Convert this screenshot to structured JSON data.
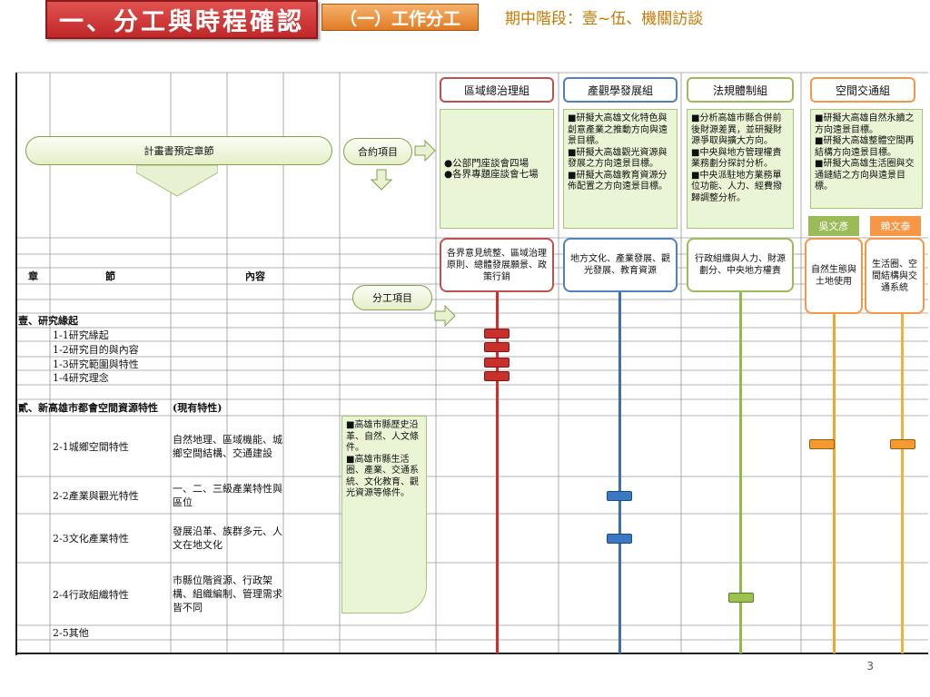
{
  "header": {
    "title": "一、分工與時程確認",
    "subtitle": "（一）工作分工",
    "phase": "期中階段：壹~伍、機關訪談"
  },
  "table": {
    "plan_label": "計畫書預定章節",
    "col_chapter": "章",
    "col_section": "節",
    "col_content": "內容",
    "rows": [
      {
        "text": "壹、研究緣起",
        "kind": "chapter"
      },
      {
        "text": "1-1研究緣起",
        "kind": "section"
      },
      {
        "text": "1-2研究目的與內容",
        "kind": "section"
      },
      {
        "text": "1-3研究範圍與特性",
        "kind": "section"
      },
      {
        "text": "1-4研究理念",
        "kind": "section"
      },
      {
        "text": "貳、新高雄市都會空間資源特性",
        "extra": "(現有特性)",
        "kind": "chapter"
      },
      {
        "text": "2-1城鄉空間特性",
        "content": "自然地理、區域機能、城鄉空間結構、交通建設",
        "kind": "section"
      },
      {
        "text": "2-2產業與觀光特性",
        "content": "一、二、三級產業特性與區位",
        "kind": "section"
      },
      {
        "text": "2-3文化產業特性",
        "content": "發展沿革、族群多元、人文在地文化",
        "kind": "section"
      },
      {
        "text": "2-4行政組織特性",
        "content": "市縣位階資源、行政架構、組織編制、管理需求皆不同",
        "kind": "section"
      },
      {
        "text": "2-5其他",
        "kind": "section"
      }
    ]
  },
  "diagram": {
    "contract_label": "合約項目",
    "division_label": "分工項目",
    "contract_note": "■高雄市縣歷史沿革、自然、人文條件。\n■高雄市縣生活圈、產業、交通系統、文化教育、觀光資源等條件。",
    "groups": [
      {
        "name": "區域總治理組",
        "color": "#c0504d",
        "tasks": "●公部門座談會四場\n●各界專題座談會七場",
        "result": "各界意見統整、區域治理原則、總體發展願景、政策行銷"
      },
      {
        "name": "產觀學發展組",
        "color": "#4f81bd",
        "tasks": "■研擬大高雄文化特色與創意產業之推動方向與遠景目標。\n■研擬大高雄觀光資源與發展之方向遠景目標。\n■研擬大高雄教育資源分佈配置之方向遠景目標。",
        "result": "地方文化、產業發展、觀光發展、教育資源"
      },
      {
        "name": "法規體制組",
        "color": "#9bbb59",
        "tasks": "■分析高雄市縣合併前後財源差異，並研擬財源爭取與擴大方向。\n■中央與地方管理權責\n業務劃分探討分析。\n■中央派駐地方業務單位功能、人力、經費撥歸調整分析。",
        "result": "行政組織與人力、財源劃分、中央地方權責"
      },
      {
        "name": "空間交通組",
        "color": "#f79646",
        "tasks": "■研擬大高雄自然永續之方向遠景目標。\n■研擬大高雄整體空間再結構方向遠景目標。\n■研擬大高雄生活圈與交通鏈結之方向與遠景目標。",
        "result": ""
      }
    ],
    "persons": [
      {
        "name": "吳文彥",
        "color": "#9bbb59"
      },
      {
        "name": "賴文泰",
        "color": "#f79646"
      }
    ],
    "sub_results": [
      "自然生態與土地使用",
      "生活圈、空間結構與交通系統"
    ]
  },
  "page_number": "3"
}
